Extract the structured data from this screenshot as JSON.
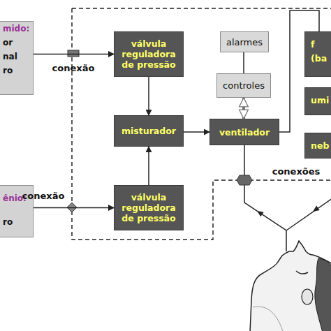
{
  "diagram": {
    "nodes": [
      {
        "text": [
          "mido:",
          "or nal ro"
        ]
      },
      {
        "text": [
          "válvula reguladora de pressão"
        ]
      },
      {
        "text": [
          "alarmes"
        ]
      },
      {
        "text": [
          "f (ba"
        ]
      },
      {
        "text": [
          "controles"
        ]
      },
      {
        "text": [
          "umi"
        ]
      },
      {
        "text": [
          "misturador"
        ]
      },
      {
        "text": [
          "ventilador"
        ]
      },
      {
        "text": [
          "neb"
        ]
      },
      {
        "text": [
          "ênio:",
          "ro"
        ]
      },
      {
        "text": [
          "válvula reguladora de pressão"
        ]
      }
    ],
    "edges": [
      {
        "from": 0,
        "to": 1,
        "arrow": "to"
      },
      {
        "from": 9,
        "to": 10,
        "arrow": "to"
      },
      {
        "from": 1,
        "to": 6,
        "arrow": "to"
      },
      {
        "from": 10,
        "to": 6,
        "arrow": "to"
      },
      {
        "from": 6,
        "to": 7,
        "arrow": "to"
      },
      {
        "from": 4,
        "to": 7,
        "arrow": "both"
      },
      {
        "from": 4,
        "to": 2,
        "arrow": "none"
      },
      {
        "from": 7,
        "to": 3,
        "arrow": "none"
      }
    ],
    "labels": [
      "conexão",
      "conexão",
      "conexões"
    ]
  }
}
